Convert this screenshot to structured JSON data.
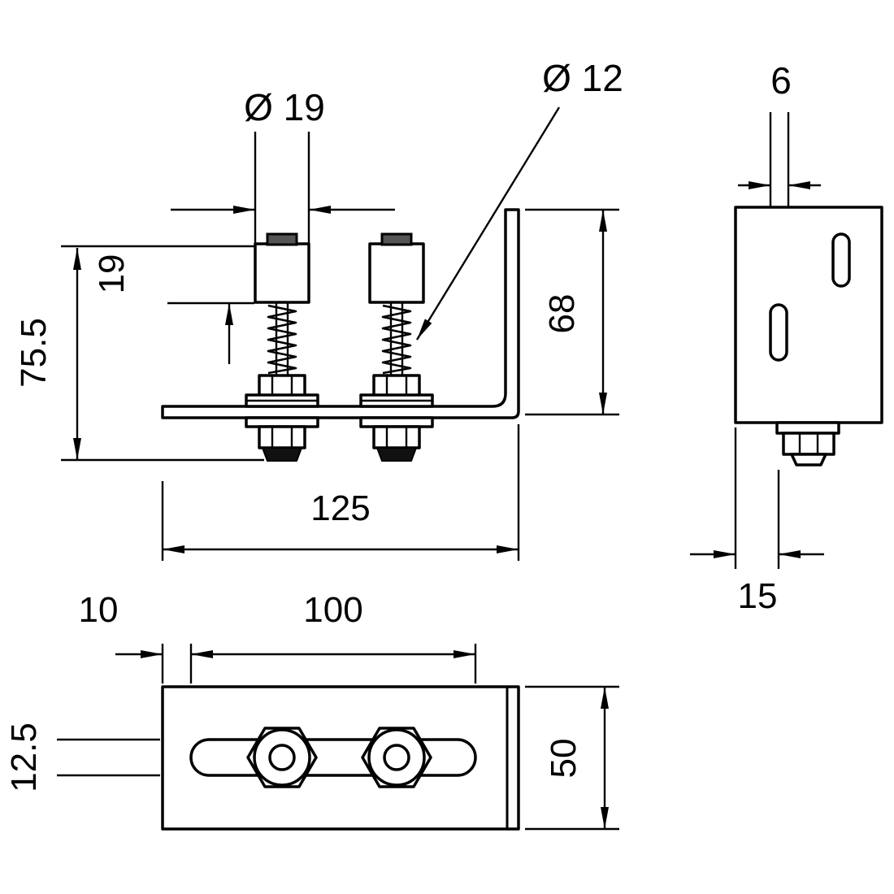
{
  "drawing": {
    "background": "#ffffff",
    "line_color": "#000000",
    "cap_color": "#111111",
    "roller_cap_color": "#555555",
    "labels": {
      "roller_diameter": "Ø 19",
      "roller_height": "19",
      "total_height": "75.5",
      "bolt_diameter": "Ø 12",
      "upright_height": "68",
      "base_length": "125",
      "side_thickness": "6",
      "side_offset": "15",
      "slot_offset": "10",
      "slot_length": "100",
      "slot_width": "12.5",
      "base_width": "50"
    }
  }
}
